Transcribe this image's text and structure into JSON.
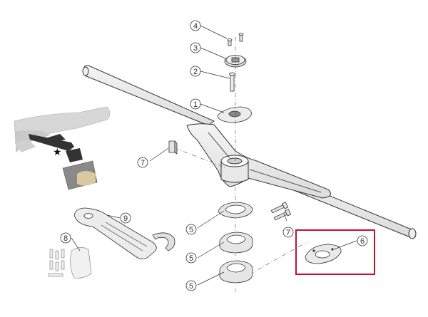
{
  "diagram": {
    "callouts": [
      {
        "id": "c4",
        "label": "4"
      },
      {
        "id": "c3",
        "label": "3"
      },
      {
        "id": "c2",
        "label": "2"
      },
      {
        "id": "c1",
        "label": "1"
      },
      {
        "id": "c7a",
        "label": "7"
      },
      {
        "id": "c9",
        "label": "9"
      },
      {
        "id": "c8",
        "label": "8"
      },
      {
        "id": "c5a",
        "label": "5"
      },
      {
        "id": "c5b",
        "label": "5"
      },
      {
        "id": "c5c",
        "label": "5"
      },
      {
        "id": "c7b",
        "label": "7"
      },
      {
        "id": "c6",
        "label": "6"
      }
    ],
    "star_symbol": "★",
    "highlight_color": "#c8102e",
    "line_color": "#333333",
    "inset_fill_color": "#d7d7d7",
    "mount_color": "#d9c9a0"
  }
}
